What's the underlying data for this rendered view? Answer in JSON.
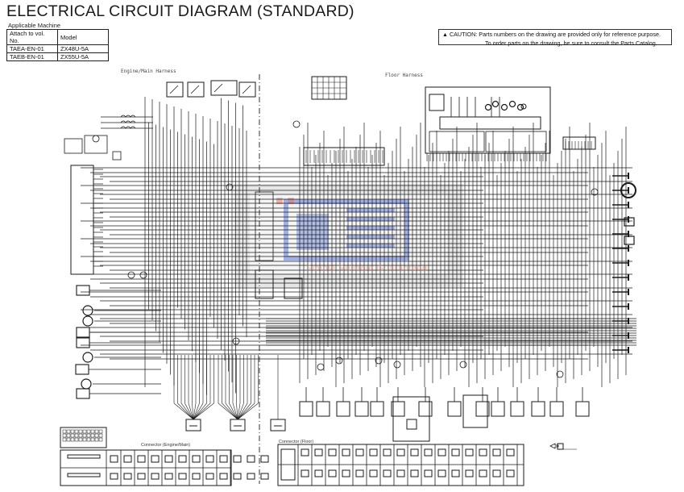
{
  "document": {
    "title": "ELECTRICAL CIRCUIT DIAGRAM (STANDARD)",
    "applicable_machine_label": "Applicable Machine",
    "machine_table": {
      "headers": [
        "Attach to vol. No.",
        "Model"
      ],
      "rows": [
        [
          "TAEA-EN-01",
          "ZX48U-5A"
        ],
        [
          "TAEB-EN-01",
          "ZX55U-5A"
        ]
      ]
    },
    "caution": {
      "icon": "warning-triangle-icon",
      "line1": "CAUTION: Parts numbers on the drawing are provided only for reference purpose.",
      "line2": "To order parts on the drawing, be sure to consult the Parts Catalog."
    }
  },
  "diagram": {
    "section_left_label": "Engine/Main Harness",
    "section_right_label": "Floor Harness",
    "connector_panel_left_label": "Connector (Engine/Main)",
    "connector_panel_right_label": "Connector (Floor)",
    "watermark_text": "Simple Reliable Guaranteed",
    "colors": {
      "wire": "#1a1a1a",
      "watermark_blue": "#5b78d8",
      "watermark_gray": "#c9c9c9",
      "watermark_red": "#e07a6a"
    }
  }
}
